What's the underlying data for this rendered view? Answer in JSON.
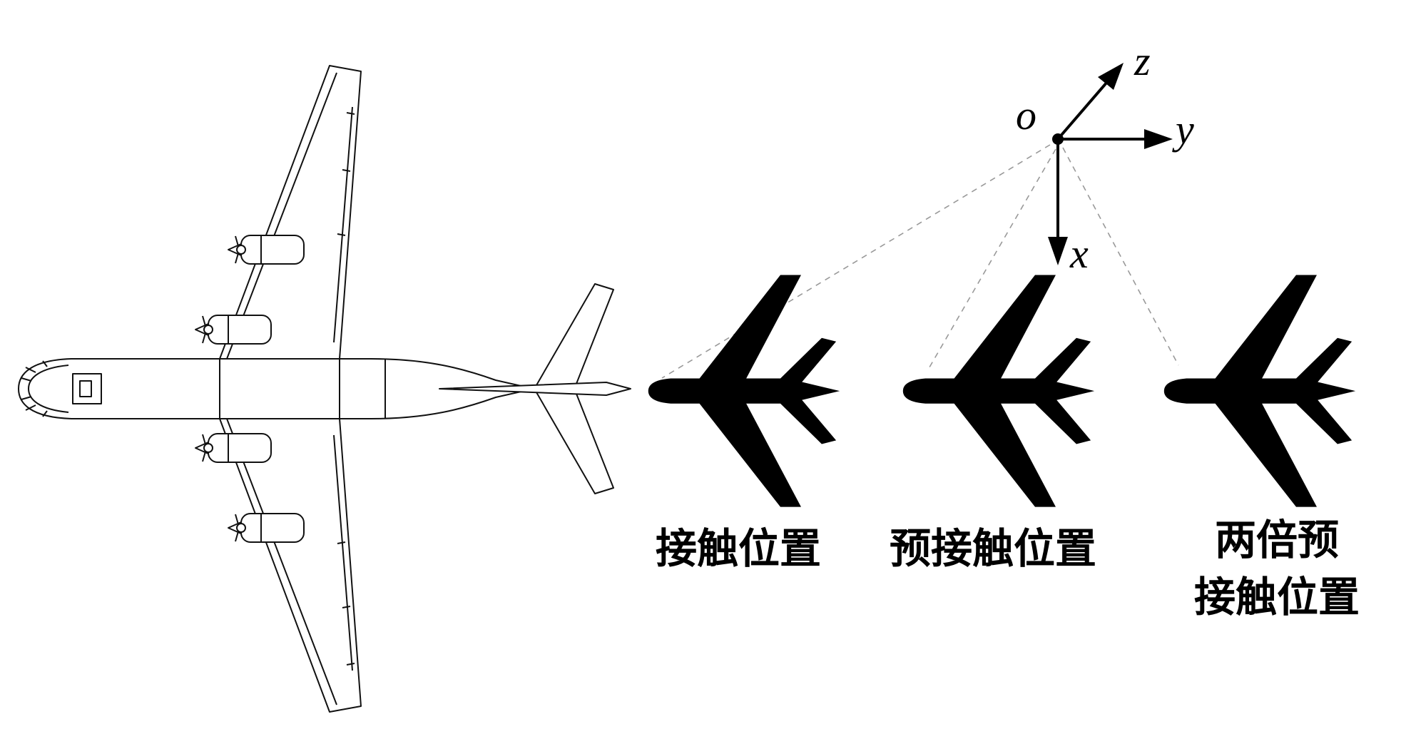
{
  "figure": {
    "background_color": "#ffffff",
    "ink_color": "#000000",
    "dashed_line_color": "#999999",
    "silhouette_color": "#000000"
  },
  "axes": {
    "origin_label": "o",
    "x_label": "x",
    "y_label": "y",
    "z_label": "z"
  },
  "positions": [
    {
      "label_lines": [
        "接触位置"
      ]
    },
    {
      "label_lines": [
        "预接触位置"
      ]
    },
    {
      "label_lines": [
        "两倍预",
        "接触位置"
      ]
    }
  ]
}
